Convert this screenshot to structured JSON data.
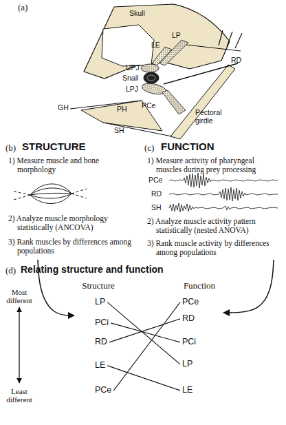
{
  "diagram": {
    "nodes": [
      {
        "text": [
          "(b)",
          "STRUCTURE",
          "1) Measure muscle and bone morphology",
          "2) Analyze muscle morphology statistically (ANCOVA)",
          "3) Rank muscles by differences among populations"
        ]
      },
      {
        "text": [
          "(c)",
          "FUNCTION",
          "1) Measure activity of pharyngeal muscles during prey processing",
          "2) Analyze muscle activity pattern statistically (nested ANOVA)",
          "3) Rank muscle activity by differences among populations"
        ]
      },
      {
        "text": [
          "Structure"
        ]
      },
      {
        "text": [
          "LP"
        ],
        "in": 2
      },
      {
        "text": [
          "PCi"
        ],
        "in": 2
      },
      {
        "text": [
          "RD"
        ],
        "in": 2
      },
      {
        "text": [
          "LE"
        ],
        "in": 2
      },
      {
        "text": [
          "PCe"
        ],
        "in": 2
      },
      {
        "text": [
          "Function"
        ]
      },
      {
        "text": [
          "PCe"
        ],
        "in": 8
      },
      {
        "text": [
          "RD"
        ],
        "in": 8
      },
      {
        "text": [
          "PCi"
        ],
        "in": 8
      },
      {
        "text": [
          "LP"
        ],
        "in": 8
      },
      {
        "text": [
          "LE"
        ],
        "in": 8
      }
    ],
    "edges": [
      {
        "from": 0,
        "to": 2,
        "arrow": "to"
      },
      {
        "from": 1,
        "to": 8,
        "arrow": "to"
      },
      {
        "from": 3,
        "to": 12,
        "arrow": "none"
      },
      {
        "from": 4,
        "to": 11,
        "arrow": "none"
      },
      {
        "from": 5,
        "to": 10,
        "arrow": "none"
      },
      {
        "from": 6,
        "to": 13,
        "arrow": "none"
      },
      {
        "from": 7,
        "to": 9,
        "arrow": "none"
      }
    ],
    "labels": [
      "(a)",
      "Skull",
      "LE",
      "LP",
      "RD",
      "UPJ",
      "Snail",
      "LPJ",
      "PCe",
      "PH",
      "GH",
      "SH",
      "Pectoral girdle",
      "PCe",
      "RD",
      "SH",
      "(d)",
      "Relating structure and function",
      "Most different",
      "Least different"
    ]
  }
}
